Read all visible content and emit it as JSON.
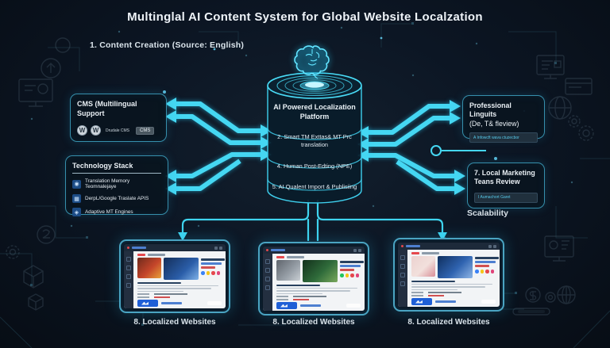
{
  "title": "Multinglal AI Content System for Global Website Localzation",
  "step1_label": "1. Content Creation (Source: English)",
  "cylinder": {
    "platform_label": "AI Powered Localization Platform",
    "stages": [
      "2. Smart TM Exttas& MT Prc translation",
      "4. Human Post-Edting (NPE)",
      "5. AI Qualent Import & Publisiing"
    ]
  },
  "cms_box": {
    "title": "CMS (Multilingual Support",
    "wordpress_glyph": "W",
    "platform_label": "Drudale CMS",
    "badge": "CMS"
  },
  "tech_stack": {
    "title": "Technology Stack",
    "items": [
      {
        "icon": "translation-memory-icon",
        "glyph": "◉",
        "label": "Translation Memory Teomnalejaye"
      },
      {
        "icon": "translate-api-icon",
        "glyph": "▦",
        "label": "DerpL/Google Traslate APIS"
      },
      {
        "icon": "adaptive-mt-icon",
        "glyph": "◈",
        "label": "Adaptive MT Engines"
      }
    ]
  },
  "linguists_box": {
    "title": "Professional Linguits",
    "subtitle": "(De, T& fleview)",
    "chip": "A Infowcft wava ctuzecbor"
  },
  "marketing_box": {
    "title": "7. Local Marketing Teans Review",
    "chip": "I Aumachort Garet"
  },
  "scalability_label": "Scalability",
  "websites": [
    {
      "label": "8. Localized Websites"
    },
    {
      "label": "8. Localized Websites"
    },
    {
      "label": "8. Localized Websites"
    }
  ],
  "colors": {
    "accent_cyan": "#45d7f2",
    "box_border": "#46b9dc",
    "background": "#0c1624",
    "website_button_blue": "#1f5fd6",
    "alert_red": "#e5484d",
    "social_dots": [
      "#3b82f6",
      "#f5c518",
      "#e5484d",
      "#e0457b"
    ]
  }
}
